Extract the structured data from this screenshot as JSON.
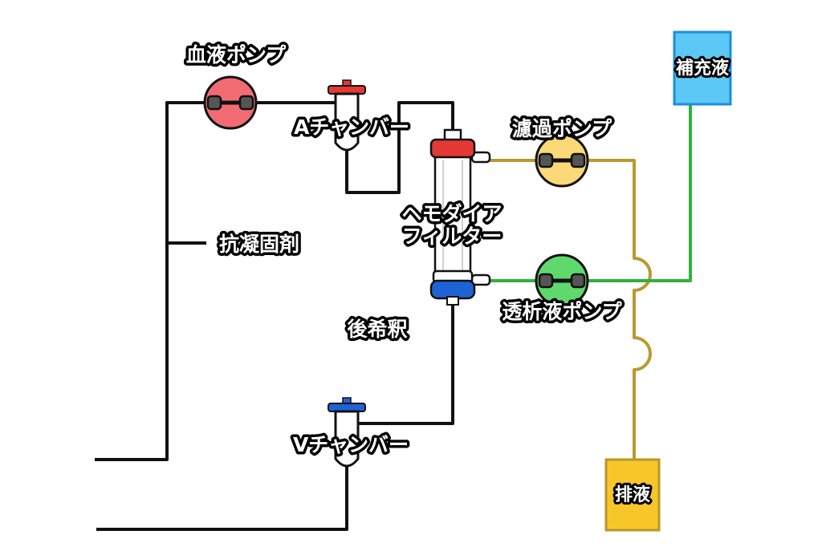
{
  "labels": {
    "blood_pump": "血液ポンプ",
    "a_chamber": "Aチャンバー",
    "anticoagulant": "抗凝固剤",
    "filter_line1": "ヘモダイア",
    "filter_line2": "フィルター",
    "post_dilution": "後希釈",
    "v_chamber": "Vチャンバー",
    "filtration_pump": "濾過ポンプ",
    "dialysate_pump": "透析液ポンプ",
    "replacement_fluid": "補充液",
    "drainage": "排液"
  },
  "colors": {
    "line": "#111111",
    "blood_pump": "#f26b73",
    "filtration_pump": "#fbd976",
    "dialysate_pump": "#5fd96b",
    "arterial_cap": "#e53935",
    "venous_cap": "#1e63d6",
    "replacement_line": "#2fb23a",
    "drain_line": "#b89a2e",
    "replacement_tank": "#5bc8f5",
    "replacement_tank_border": "#1e8ce0",
    "drain_tank": "#f7c72a",
    "drain_tank_border": "#b8962a",
    "filter_body": "#ffffff"
  }
}
